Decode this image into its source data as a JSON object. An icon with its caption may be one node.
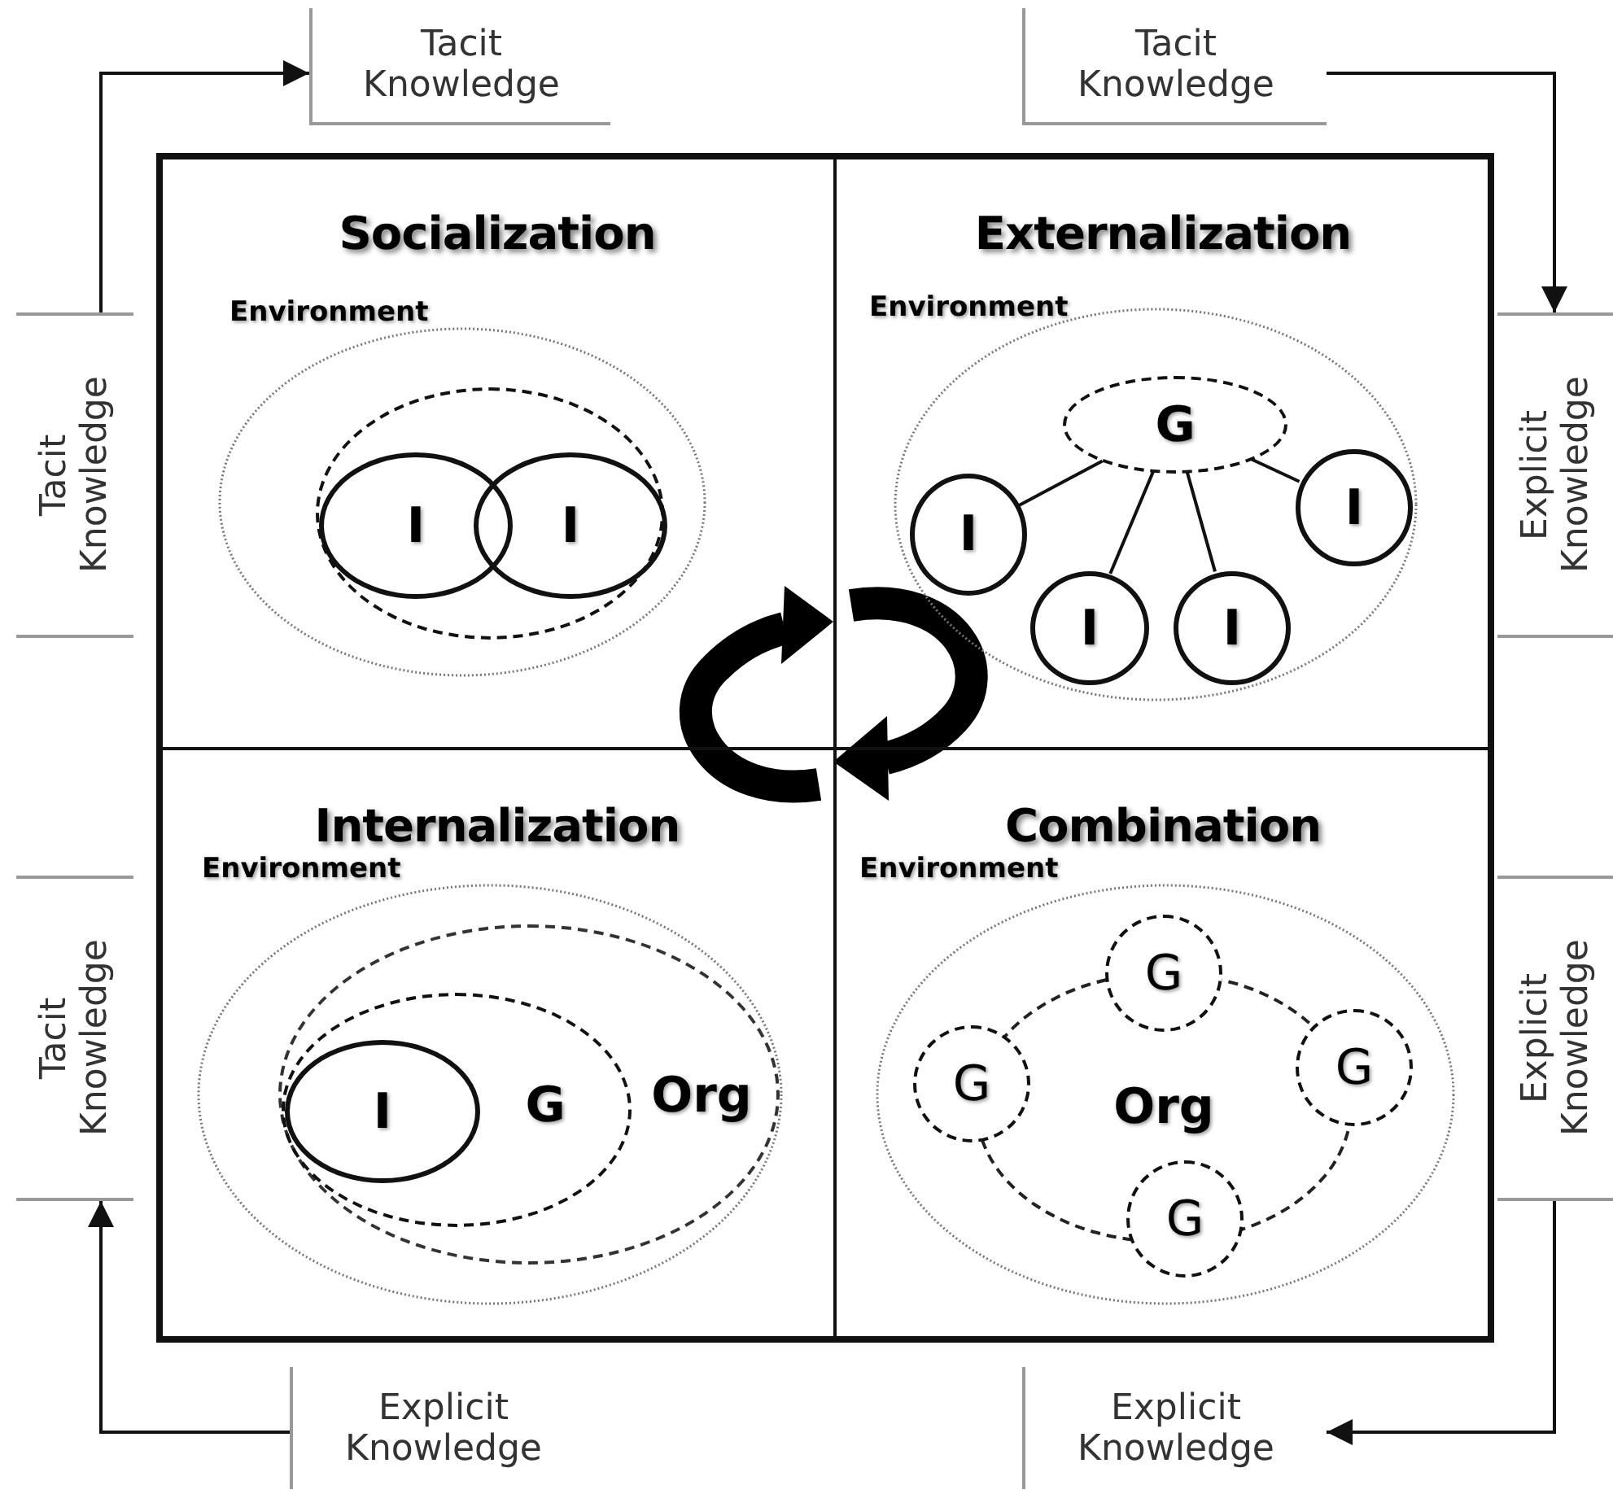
{
  "diagram": {
    "nodes": [
      {
        "text": [
          "Socialization"
        ]
      },
      {
        "text": [
          "Environment"
        ],
        "in": 0
      },
      {
        "text": [],
        "shape": "ellipse",
        "in": 1
      },
      {
        "text": [
          "I"
        ],
        "in": 2
      },
      {
        "text": [
          "I"
        ],
        "in": 2
      },
      {
        "text": [
          "Externalization"
        ]
      },
      {
        "text": [
          "Environment"
        ],
        "in": 5
      },
      {
        "text": [
          "G"
        ],
        "in": 6
      },
      {
        "text": [
          "I"
        ],
        "in": 6
      },
      {
        "text": [
          "I"
        ],
        "in": 6
      },
      {
        "text": [
          "I"
        ],
        "in": 6
      },
      {
        "text": [
          "I"
        ],
        "in": 6
      },
      {
        "text": [
          "Internalization"
        ]
      },
      {
        "text": [
          "Environment"
        ],
        "in": 12
      },
      {
        "text": [
          "Org"
        ],
        "in": 13
      },
      {
        "text": [
          "G"
        ],
        "in": 14
      },
      {
        "text": [
          "I"
        ],
        "in": 15
      },
      {
        "text": [
          "Combination"
        ]
      },
      {
        "text": [
          "Environment"
        ],
        "in": 17
      },
      {
        "text": [
          "Org"
        ],
        "in": 18
      },
      {
        "text": [
          "G"
        ],
        "in": 18
      },
      {
        "text": [
          "G"
        ],
        "in": 18
      },
      {
        "text": [
          "G"
        ],
        "in": 18
      },
      {
        "text": [
          "G"
        ],
        "in": 18
      },
      {
        "text": [
          "Tacit Knowledge"
        ]
      },
      {
        "text": [
          "Tacit Knowledge"
        ]
      },
      {
        "text": [
          "Tacit Knowledge"
        ]
      },
      {
        "text": [
          "Explicit Knowledge"
        ]
      },
      {
        "text": [
          "Tacit Knowledge"
        ]
      },
      {
        "text": [
          "Explicit Knowledge"
        ]
      },
      {
        "text": [
          "Explicit Knowledge"
        ]
      },
      {
        "text": [
          "Explicit Knowledge"
        ]
      }
    ],
    "edges": [
      {
        "from": 7,
        "to": 8,
        "arrow": "none"
      },
      {
        "from": 7,
        "to": 9,
        "arrow": "none"
      },
      {
        "from": 7,
        "to": 10,
        "arrow": "none"
      },
      {
        "from": 7,
        "to": 11,
        "arrow": "none"
      },
      {
        "from": 26,
        "to": 24,
        "arrow": "to"
      },
      {
        "from": 25,
        "to": 27,
        "arrow": "to"
      },
      {
        "from": 29,
        "to": 31,
        "arrow": "to"
      },
      {
        "from": 30,
        "to": 28,
        "arrow": "to"
      }
    ]
  }
}
